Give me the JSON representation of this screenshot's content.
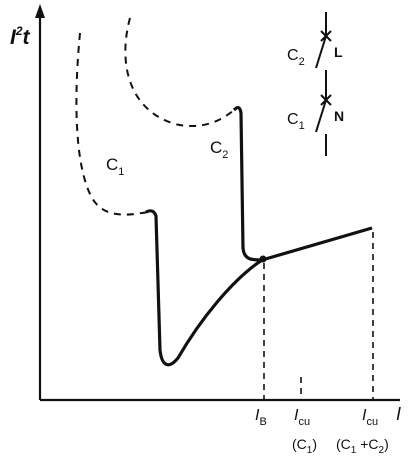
{
  "axes": {
    "y_label_base": "I",
    "y_label_sup": "2",
    "y_label_tail": "t",
    "x_label": "I"
  },
  "curve_labels": {
    "c1_base": "C",
    "c1_sub": "1",
    "c2_base": "C",
    "c2_sub": "2"
  },
  "schematic": {
    "top_breaker_base": "C",
    "top_breaker_sub": "2",
    "top_breaker_pole": "L",
    "bottom_breaker_base": "C",
    "bottom_breaker_sub": "1",
    "bottom_breaker_pole": "N"
  },
  "x_markers": {
    "ib_base": "I",
    "ib_sub": "B",
    "icu1_base": "I",
    "icu1_sub": "cu",
    "icu1_note_open": "(C",
    "icu1_note_sub": "1",
    "icu1_note_close": ")",
    "icu2_base": "I",
    "icu2_sub": "cu",
    "icu2_note_open": "(C",
    "icu2_note_sub1": "1",
    "icu2_note_mid": " +C",
    "icu2_note_sub2": "2",
    "icu2_note_close": ")"
  },
  "colors": {
    "ink": "#111111",
    "background": "#ffffff"
  }
}
